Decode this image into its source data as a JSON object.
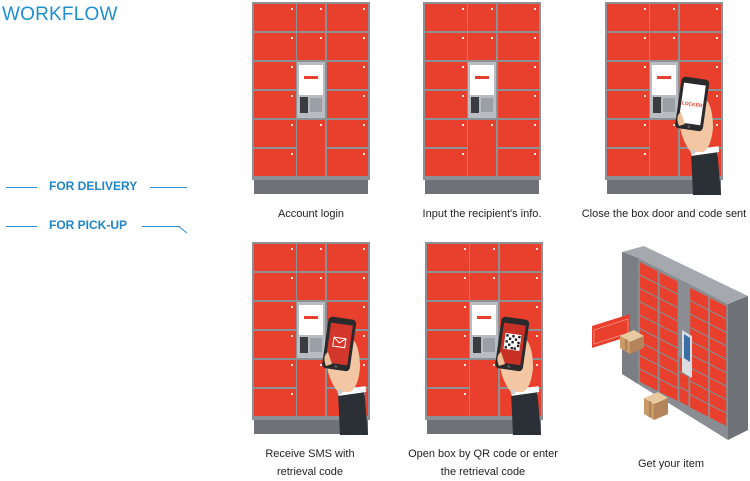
{
  "header": {
    "title": "WORKFLOW"
  },
  "nav": [
    {
      "label": "FOR DELIVERY"
    },
    {
      "label": "FOR PICK-UP"
    }
  ],
  "steps": [
    {
      "caption": "Account login",
      "phone": "none"
    },
    {
      "caption": "Input the recipient's info.",
      "phone": "none"
    },
    {
      "caption": "Close the box door and code sent",
      "phone": "logo"
    },
    {
      "caption_lines": [
        "Receive SMS with",
        "retrieval code"
      ],
      "phone": "sms"
    },
    {
      "caption_lines": [
        "Open box by QR code or enter",
        "the retrieval code"
      ],
      "phone": "qr"
    },
    {
      "caption": "Get your item",
      "phone": "none"
    }
  ],
  "screen_logo": "LOCKER",
  "colors": {
    "locker_red": "#e8402c",
    "frame_gray": "#8d9094",
    "base_gray": "#6e7175",
    "accent_blue": "#1e8fd0"
  }
}
